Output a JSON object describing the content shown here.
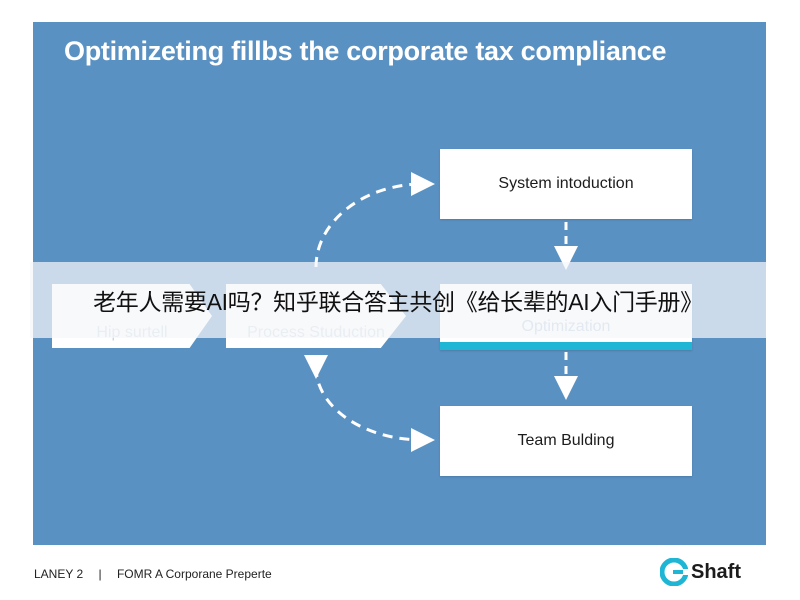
{
  "title": "Optimizeting fillbs the corporate tax compliance",
  "boxes": {
    "system": "System intoduction",
    "optimization": "Optimization",
    "team": "Team Bulding"
  },
  "chevrons": {
    "first": "Hip surtell",
    "second": "Process Studuction"
  },
  "banner": "老年人需要AI吗？知乎联合答主共创《给长辈的AI入门手册》",
  "footer": {
    "page": "LANEY 2",
    "separator": "|",
    "caption": "FOMR A Corporane Preperte"
  },
  "brand": {
    "name": "Shaft",
    "accent": "#1fb6d6"
  },
  "colors": {
    "slide_bg": "#5a91c3",
    "highlight": "#1fb6d6"
  }
}
